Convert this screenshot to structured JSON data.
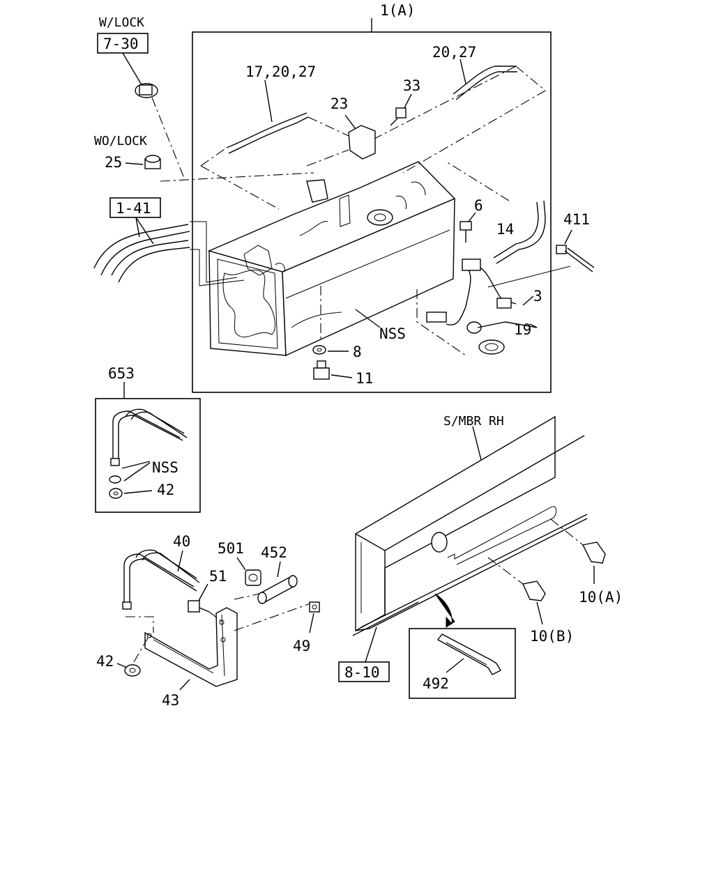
{
  "callouts": {
    "w_lock": "W/LOCK",
    "ref_7_30": "7-30",
    "wo_lock": "WO/LOCK",
    "p25": "25",
    "ref_1_41": "1-41",
    "p1a": "1(A)",
    "p17_20_27": "17,20,27",
    "p20_27": "20,27",
    "p23": "23",
    "p33": "33",
    "p6": "6",
    "p14": "14",
    "p411": "411",
    "p3": "3",
    "p19": "19",
    "nss_tank": "NSS",
    "p8": "8",
    "p11": "11",
    "p653": "653",
    "nss_strap": "NSS",
    "p42_box": "42",
    "p40": "40",
    "p501": "501",
    "p452": "452",
    "p51": "51",
    "p49": "49",
    "p42": "42",
    "p43": "43",
    "s_mbr_rh": "S/MBR RH",
    "p10a": "10(A)",
    "p10b": "10(B)",
    "ref_8_10": "8-10",
    "p492": "492"
  }
}
